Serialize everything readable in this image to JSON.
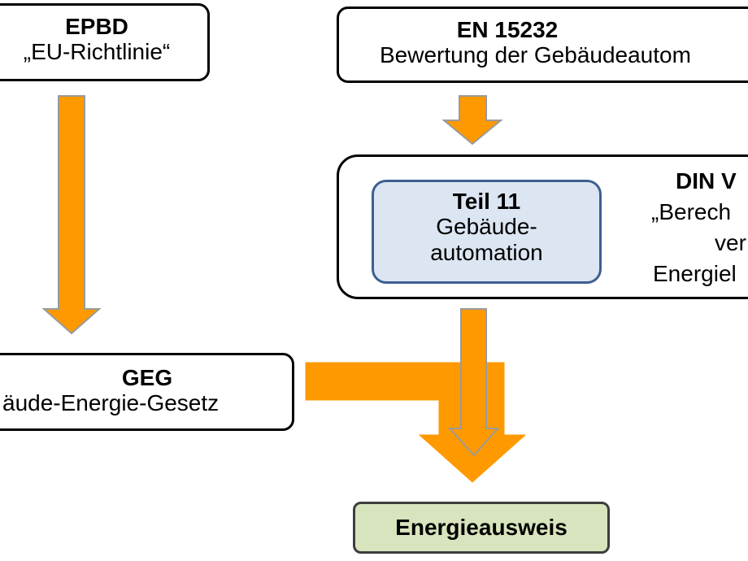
{
  "colors": {
    "arrow_fill": "#ff9900",
    "arrow_stroke": "#9a9a9a",
    "teil_fill": "#dce6f2",
    "teil_border": "#3f5f8f",
    "result_fill": "#d7e4bd",
    "result_border": "#3d3d3d"
  },
  "epbd": {
    "title": "EPBD",
    "subtitle": "„EU-Richtlinie“"
  },
  "en15232": {
    "title": "EN 15232",
    "subtitle": "Bewertung der Gebäudeautom"
  },
  "din": {
    "title": "DIN V",
    "lines": [
      "„Berech",
      "ver",
      "Energiel"
    ],
    "teil": {
      "title": "Teil 11",
      "line1": "Gebäude-",
      "line2": "automation"
    }
  },
  "geg": {
    "title": "GEG",
    "subtitle": "äude-Energie-Gesetz"
  },
  "result": {
    "label": "Energieausweis"
  }
}
